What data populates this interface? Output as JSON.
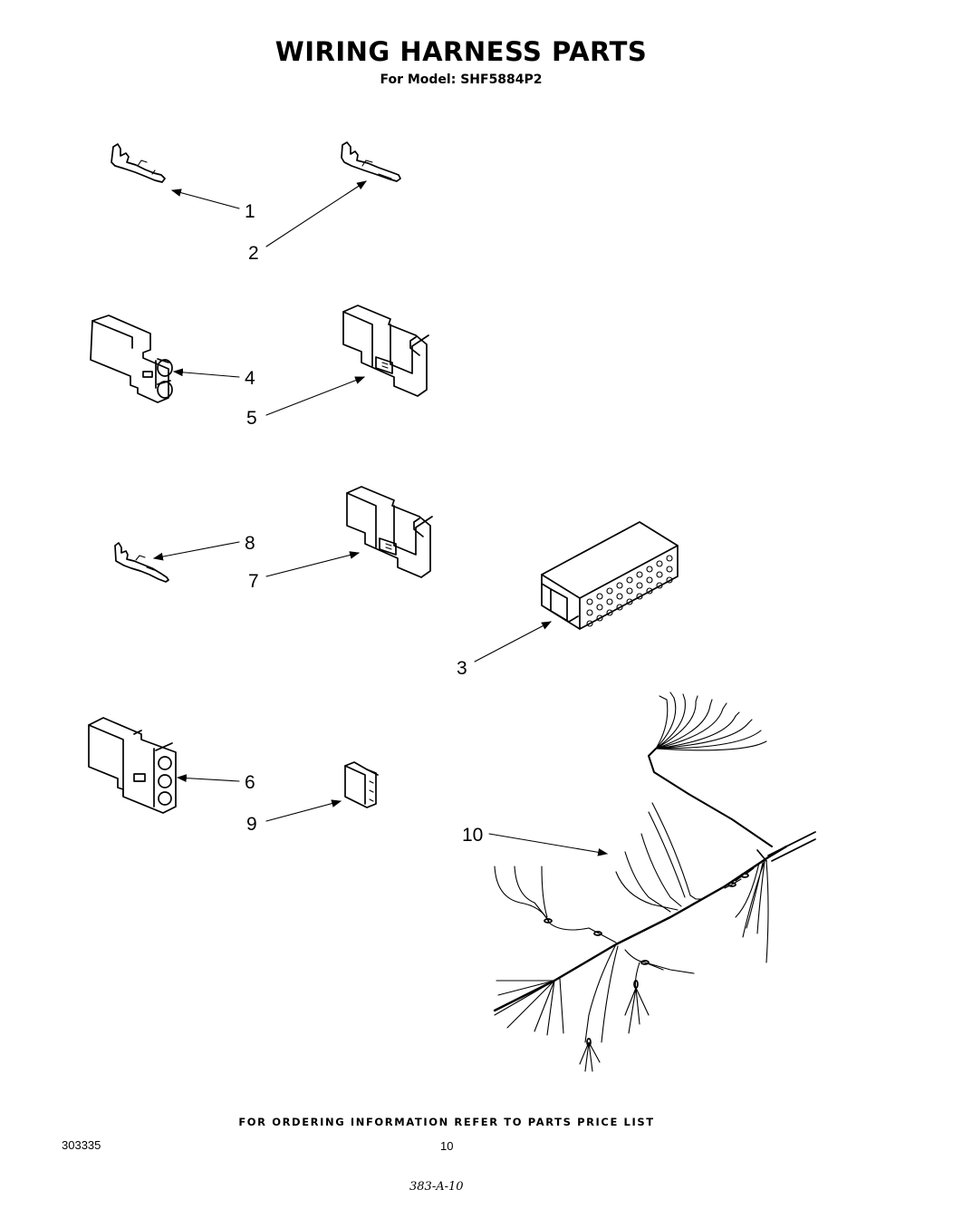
{
  "header": {
    "title": "WIRING HARNESS PARTS",
    "subtitle": "For Model: SHF5884P2"
  },
  "callouts": {
    "c1": "1",
    "c2": "2",
    "c3": "3",
    "c4": "4",
    "c5": "5",
    "c6": "6",
    "c7": "7",
    "c8": "8",
    "c9": "9",
    "c10": "10"
  },
  "footer": {
    "ordering_note": "FOR ORDERING INFORMATION REFER TO PARTS PRICE LIST",
    "doc_number": "303335",
    "page_number": "10",
    "handwritten_code": "383-A-10"
  }
}
